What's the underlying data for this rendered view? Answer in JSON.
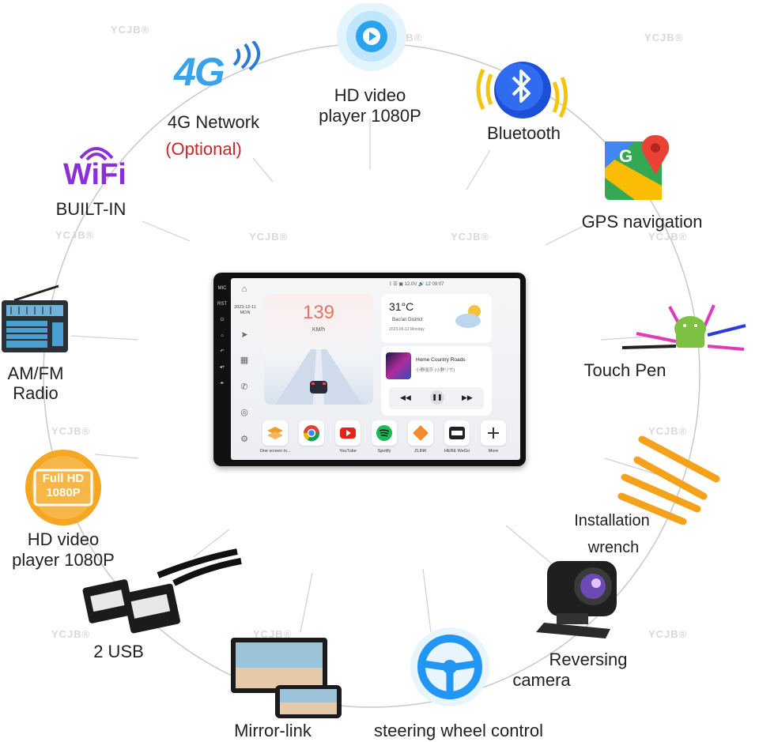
{
  "features": {
    "network": {
      "label": "4G Network",
      "note": "(Optional)",
      "logo": "4G"
    },
    "video_top": {
      "label_1": "HD video",
      "label_2": "player 1080P"
    },
    "bluetooth": {
      "label": "Bluetooth"
    },
    "wifi": {
      "label": "BUILT-IN",
      "logo": "WiFi"
    },
    "gps": {
      "label": "GPS navigation"
    },
    "radio": {
      "label_1": "AM/FM",
      "label_2": "Radio"
    },
    "touch_pen": {
      "label": "Touch  Pen"
    },
    "video_left": {
      "label_1": "HD video",
      "label_2": "player 1080P",
      "badge_1": "Full HD",
      "badge_2": "1080P"
    },
    "wrench": {
      "label_1": "Installation",
      "label_2": "wrench"
    },
    "usb": {
      "label": "2 USB"
    },
    "camera": {
      "label_1": "Reversing",
      "label_2": "camera"
    },
    "mirror": {
      "label": "Mirror-link"
    },
    "steering": {
      "label": "steering wheel control"
    }
  },
  "watermark": "YCJB®",
  "screen": {
    "side_buttons": [
      "MIC",
      "RST",
      "⏻",
      "⌂",
      "↶",
      "◂+",
      "◂-"
    ],
    "status": "ᛒ  ☰  ▣ 12.0V  🔊 12  09:07",
    "date_1": "2023-12-11",
    "date_2": "MON",
    "speed": "139",
    "speed_unit": "KM/h",
    "temp": "31°C",
    "district": "Bao'an District",
    "weather_date": "2023-06-12 Monday",
    "song": "Home Country Roads",
    "artist": "小野丽莎 (小野リサ)",
    "apps": [
      {
        "name": "One screen in...",
        "icon": "layers-icon",
        "color": "#f29a2e"
      },
      {
        "name": "",
        "icon": "chrome-icon",
        "color": "#4285f4"
      },
      {
        "name": "YouTube",
        "icon": "youtube-icon",
        "color": "#e62117"
      },
      {
        "name": "Spotify",
        "icon": "spotify-icon",
        "color": "#1db954"
      },
      {
        "name": "ZLINK",
        "icon": "zlink-icon",
        "color": "#f28a2e"
      },
      {
        "name": "HERE WeGo",
        "icon": "here-icon",
        "color": "#222222"
      },
      {
        "name": "More",
        "icon": "plus-icon",
        "color": "#333333"
      }
    ]
  },
  "colors": {
    "accent_blue": "#1e88e5",
    "orange": "#f5a623",
    "red_note": "#c8262a"
  }
}
